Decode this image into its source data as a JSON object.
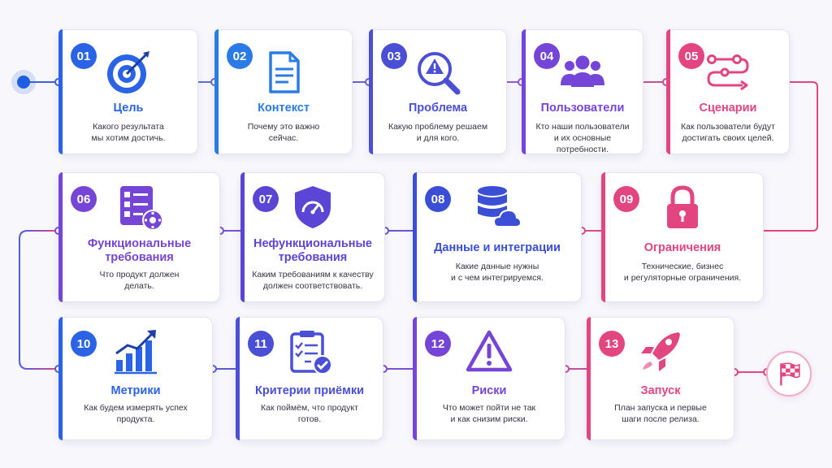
{
  "steps": [
    {
      "num": "01",
      "title": "Цель",
      "desc": "Какого результата\nмы хотим достичь.",
      "icon": "target-icon",
      "color": "#2b63e6"
    },
    {
      "num": "02",
      "title": "Контекст",
      "desc": "Почему это важно\nсейчас.",
      "icon": "document-icon",
      "color": "#2b7be6"
    },
    {
      "num": "03",
      "title": "Проблема",
      "desc": "Какую проблему решаем\nи для кого.",
      "icon": "magnifier-warning-icon",
      "color": "#4a4fd6"
    },
    {
      "num": "04",
      "title": "Пользователи",
      "desc": "Кто наши пользователи\nи их основные потребности.",
      "icon": "users-icon",
      "color": "#7445d6"
    },
    {
      "num": "05",
      "title": "Сценарии",
      "desc": "Как пользователи будут\nдостигать своих целей.",
      "icon": "flow-path-icon",
      "color": "#e2457f"
    },
    {
      "num": "06",
      "title": "Функциональные\nтребования",
      "desc": "Что продукт должен\nделать.",
      "icon": "checklist-gear-icon",
      "color": "#7445d6"
    },
    {
      "num": "07",
      "title": "Нефункциональные\nтребования",
      "desc": "Каким требованиям к качеству\nдолжен соответствовать.",
      "icon": "shield-gauge-icon",
      "color": "#5b45d6"
    },
    {
      "num": "08",
      "title": "Данные и интеграции",
      "desc": "Какие данные нужны\nи с чем интегрируемся.",
      "icon": "database-cloud-icon",
      "color": "#3a4fd6"
    },
    {
      "num": "09",
      "title": "Ограничения",
      "desc": "Технические, бизнес\nи регуляторные ограничения.",
      "icon": "padlock-icon",
      "color": "#e2457f"
    },
    {
      "num": "10",
      "title": "Метрики",
      "desc": "Как будем измерять успех\nпродукта.",
      "icon": "growth-chart-icon",
      "color": "#2b63e6"
    },
    {
      "num": "11",
      "title": "Критерии приёмки",
      "desc": "Как поймём, что продукт\nготов.",
      "icon": "clipboard-check-icon",
      "color": "#4a4fd6"
    },
    {
      "num": "12",
      "title": "Риски",
      "desc": "Что может пойти не так\nи как снизим риски.",
      "icon": "warning-triangle-icon",
      "color": "#7445d6"
    },
    {
      "num": "13",
      "title": "Запуск",
      "desc": "План запуска и первые\nшаги после релиза.",
      "icon": "rocket-icon",
      "color": "#e2457f"
    }
  ],
  "start_icon": "start-dot-icon",
  "finish_icon": "checkered-flag-icon"
}
